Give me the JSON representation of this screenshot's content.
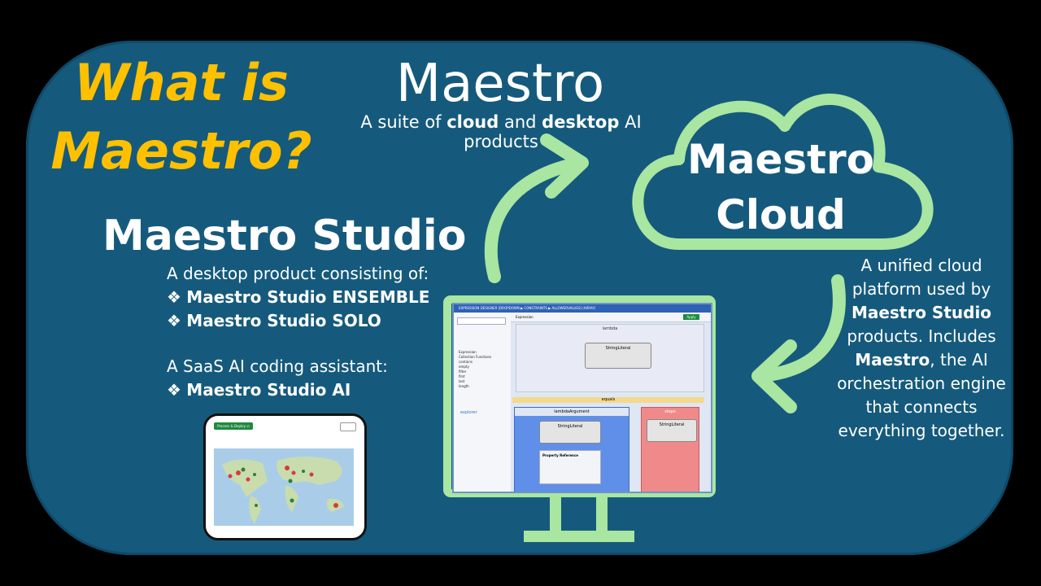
{
  "headline": {
    "line1": "What is",
    "line2": "Maestro?"
  },
  "maestro": {
    "title": "Maestro",
    "subtitle_pre": "A suite of ",
    "subtitle_b1": "cloud",
    "subtitle_mid": " and ",
    "subtitle_b2": "desktop",
    "subtitle_post": " AI products"
  },
  "studio": {
    "title": "Maestro Studio",
    "desc": "A desktop product consisting of:",
    "items": [
      "Maestro Studio ENSEMBLE",
      "Maestro Studio SOLO"
    ],
    "saas_desc": "A SaaS AI coding assistant:",
    "saas_items": [
      "Maestro Studio AI"
    ],
    "bullet": "❖"
  },
  "cloud": {
    "label_line1": "Maestro",
    "label_line2": "Cloud",
    "desc_1": "A unified cloud platform used by",
    "desc_2": "Maestro Studio",
    "desc_3": "products.",
    "desc_4": "Includes",
    "desc_5": "Maestro",
    "desc_6": ", the AI orchestration engine that connects everything together."
  },
  "colors": {
    "accent_yellow": "#ffc000",
    "panel_blue": "#155a7c",
    "arrow_green": "#a8e6a1",
    "monitor_green": "#a8e6a1"
  },
  "map_thumb": {
    "button": "Process & Deploy ☑"
  },
  "screen": {
    "title": "EXPRESSION DESIGNER [DROPDOWN ▶ CONSTRAINTS ▶ ALLOWEDVALUES] (ARRAY)",
    "toolbar_label": "Expression",
    "apply": "Apply",
    "lambda": "lambda",
    "string_literal": "StringLiteral",
    "equals": "equals",
    "lambda_argument": "lambdaArgument",
    "property_reference": "Property Reference",
    "steps": "steps",
    "tree_items": [
      "Expression",
      "Collection Functions",
      "contains",
      "empty",
      "filter",
      "first",
      "last",
      "length"
    ],
    "explorer": "explorer"
  }
}
